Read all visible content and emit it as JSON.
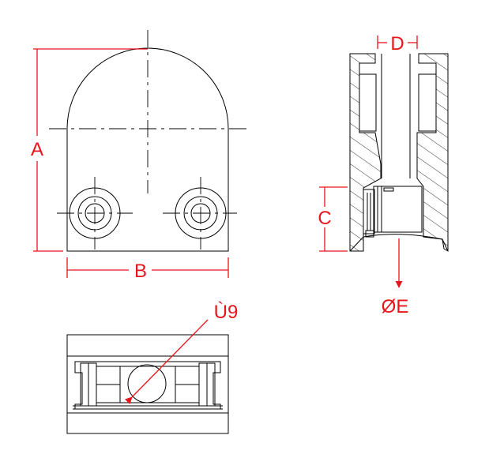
{
  "labels": {
    "a": "A",
    "b": "B",
    "c": "C",
    "d": "D",
    "e": "ØE",
    "hole": "Ù9"
  },
  "colors": {
    "dimension": "#e8141c",
    "outline": "#000000",
    "background": "#ffffff"
  }
}
